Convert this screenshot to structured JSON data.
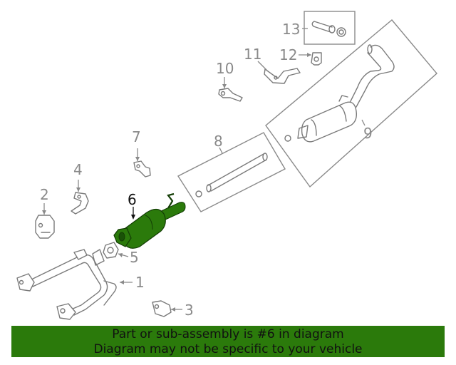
{
  "diagram": {
    "highlight_color": "#2b7a0b",
    "callouts": {
      "c1": "1",
      "c2": "2",
      "c3": "3",
      "c4": "4",
      "c5": "5",
      "c6": "6",
      "c7": "7",
      "c8": "8",
      "c9": "9",
      "c10": "10",
      "c11": "11",
      "c12": "12",
      "c13": "13"
    },
    "highlighted_part": "6"
  },
  "banner": {
    "line1": "Part or sub-assembly is #6 in diagram",
    "line2": "Diagram may not be specific to your vehicle",
    "background": "#2b7a0b"
  }
}
